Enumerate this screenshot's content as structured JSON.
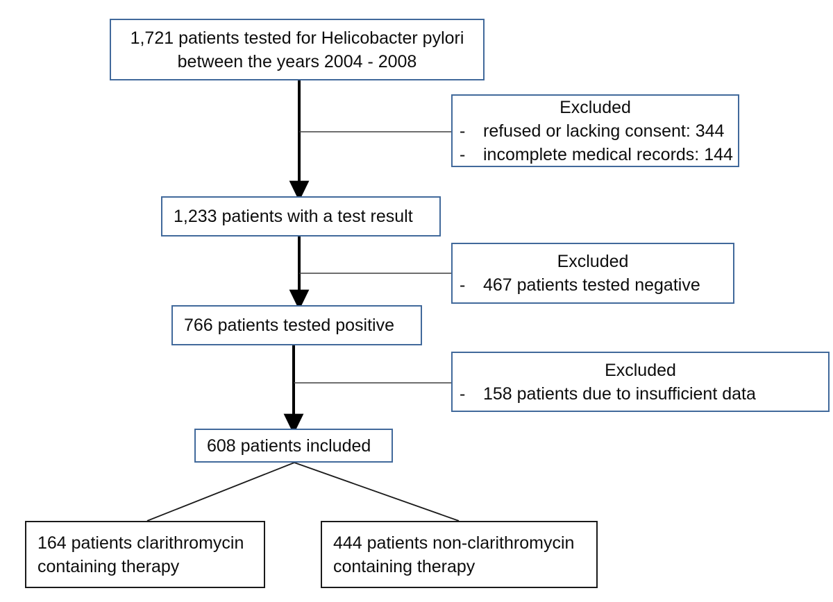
{
  "figure": {
    "type": "flowchart",
    "title": "Patient selection flow diagram",
    "colors": {
      "primary_box_border": "#41699b",
      "secondary_box_border": "#1a1a1a",
      "arrow": "#000000",
      "connector": "#3f3f3f",
      "text": "#0d0d0d",
      "background": "#ffffff"
    }
  },
  "nodes": {
    "screened": {
      "line1": "1,721 patients tested for Helicobacter pylori",
      "line2": "between the years 2004 - 2008",
      "count": 1721
    },
    "tested": {
      "line1": "1,233 patients with a test result",
      "count": 1233
    },
    "positive": {
      "line1": "766 patients tested positive",
      "count": 766
    },
    "included": {
      "line1": "608 patients included",
      "count": 608
    },
    "arm_clarithromycin": {
      "line1": "164 patients clarithromycin",
      "line2": "containing therapy",
      "count": 164
    },
    "arm_non_clarithromycin": {
      "line1": "444 patients non-clarithromycin",
      "line2": "containing therapy",
      "count": 444
    }
  },
  "exclusions": {
    "first": {
      "title": "Excluded",
      "items": [
        {
          "dash": "-",
          "text": "refused or lacking consent: 344",
          "count": 344
        },
        {
          "dash": "-",
          "text": "incomplete medical records: 144",
          "count": 144
        }
      ]
    },
    "second": {
      "title": "Excluded",
      "items": [
        {
          "dash": "-",
          "text": "467 patients tested negative",
          "count": 467
        }
      ]
    },
    "third": {
      "title": "Excluded",
      "items": [
        {
          "dash": "-",
          "text": "158 patients due to insufficient data",
          "count": 158
        }
      ]
    }
  }
}
